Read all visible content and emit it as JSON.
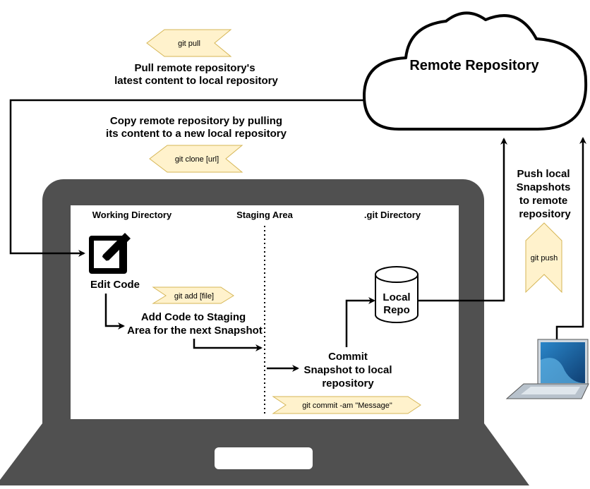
{
  "remote": {
    "title": "Remote Repository"
  },
  "pull": {
    "command": "git pull",
    "line1": "Pull remote repository's",
    "line2": "latest content to local repository"
  },
  "clone": {
    "line1": "Copy remote repository by pulling",
    "line2": "its content to a new local repository",
    "command": "git clone [url]"
  },
  "push": {
    "line1": "Push local",
    "line2": "Snapshots",
    "line3": "to remote",
    "line4": "repository",
    "command": "git push"
  },
  "areas": {
    "working": "Working Directory",
    "staging": "Staging Area",
    "git": ".git Directory"
  },
  "edit": {
    "label": "Edit Code",
    "icon": "edit-icon"
  },
  "add": {
    "command": "git add [file]",
    "line1": "Add Code to Staging",
    "line2": "Area for the next Snapshot"
  },
  "commit": {
    "line1": "Commit",
    "line2": "Snapshot to local",
    "line3": "repository",
    "command": "git commit -am \"Message\""
  },
  "local": {
    "line1": "Local",
    "line2": "Repo"
  },
  "colors": {
    "laptop": "#505050",
    "tag_fill": "#fff2cc",
    "tag_stroke": "#d6b656",
    "small_laptop_screen": "#1a5e9a"
  }
}
